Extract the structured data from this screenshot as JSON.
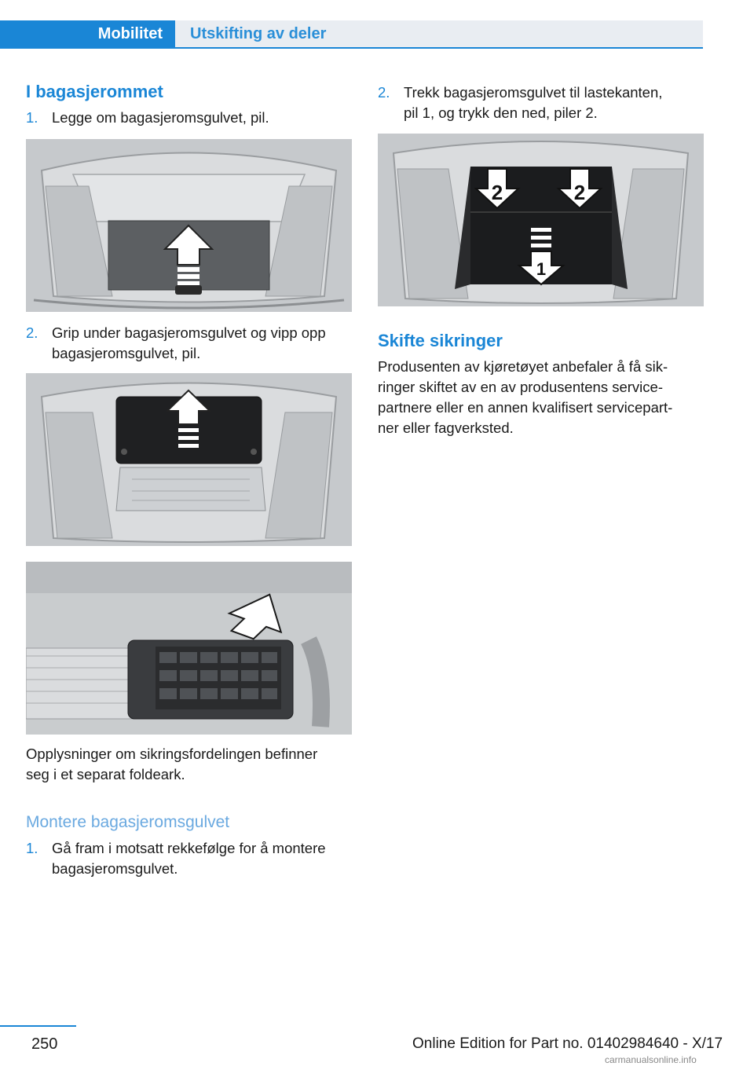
{
  "header": {
    "tab_active": "Mobilitet",
    "tab_inactive": "Utskifting av deler"
  },
  "left": {
    "heading": "I bagasjerommet",
    "step1_num": "1.",
    "step1_text": "Legge om bagasjeromsgulvet, pil.",
    "step2_num": "2.",
    "step2_text_l1": "Grip under bagasjeromsgulvet og vipp opp",
    "step2_text_l2": "bagasjeromsgulvet, pil.",
    "info_l1": "Opplysninger om sikringsfordelingen befinner",
    "info_l2": "seg i et separat foldeark.",
    "heading2": "Montere bagasjeromsgulvet",
    "step3_num": "1.",
    "step3_text_l1": "Gå fram i motsatt rekkefølge for å montere",
    "step3_text_l2": "bagasjeromsgulvet."
  },
  "right": {
    "step_num": "2.",
    "step_text_l1": "Trekk bagasjeromsgulvet til lastekanten,",
    "step_text_l2": "pil 1, og trykk den ned, piler 2.",
    "fig_label_2a": "2",
    "fig_label_2b": "2",
    "fig_label_1": "1",
    "heading": "Skifte sikringer",
    "para_l1": "Produsenten av kjøretøyet anbefaler å få sik‐",
    "para_l2": "ringer skiftet av en av produsentens service‐",
    "para_l3": "partnere eller en annen kvalifisert servicepart‐",
    "para_l4": "ner eller fagverksted."
  },
  "footer": {
    "page_number": "250",
    "edition": "Online Edition for Part no. 01402984640 - X/17",
    "watermark": "carmanualsonline.info"
  }
}
